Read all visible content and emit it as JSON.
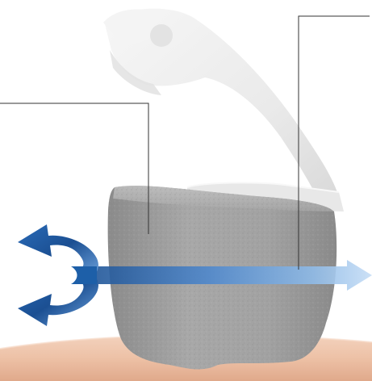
{
  "figure": {
    "colors": {
      "background": "#ffffff",
      "skin": "#f0c8b0",
      "skin_shadow": "#d9a58a",
      "foam_block": "#9a9a9a",
      "foam_light": "#b4b4b4",
      "foam_dark": "#7c7c7c",
      "clip_white": "#eeeeee",
      "clip_shadow": "#d2d2d2",
      "arrow_blue": "#1d5fa8",
      "arrow_light": "#9fc4ec",
      "leader_line": "#333333"
    },
    "elements": [
      "white-plastic-clip",
      "grey-foam-block",
      "skin-surface",
      "blue-circulation-arrows",
      "horizontal-blue-arrow",
      "leader-lines"
    ]
  }
}
